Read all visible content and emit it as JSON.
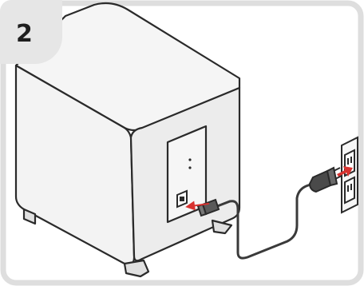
{
  "step": {
    "number": "2"
  },
  "colors": {
    "frame": "#dedede",
    "badge": "#e6e6e6",
    "outline": "#2a2a2a",
    "device_fill": "#f1f1f1",
    "arrow": "#d8322f",
    "cable": "#333333"
  },
  "icons": [
    "subwoofer-illustration",
    "power-cord",
    "wall-outlet",
    "insert-arrow-icon"
  ]
}
